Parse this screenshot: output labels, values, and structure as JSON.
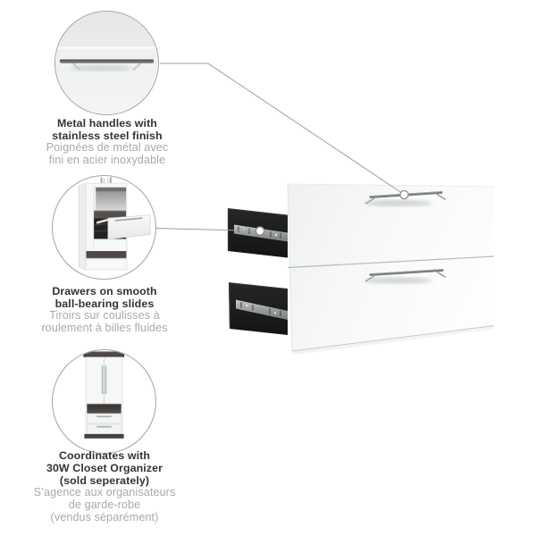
{
  "features": [
    {
      "icon": "handle-detail-icon",
      "en": [
        "Metal handles with",
        "stainless steel finish"
      ],
      "fr": [
        "Poignées de métal avec",
        "fini en acier inoxydable"
      ]
    },
    {
      "icon": "open-drawer-cabinet-icon",
      "en": [
        "Drawers on smooth",
        "ball-bearing slides"
      ],
      "fr": [
        "Tiroirs sur coulisses à",
        "roulement à billes fluides"
      ]
    },
    {
      "icon": "closet-organizer-icon",
      "en": [
        "Coordinates with",
        "30W Closet Organizer",
        "(sold seperately)"
      ],
      "fr": [
        "S’agence aux organisateurs",
        "de garde-robe",
        "(vendus séparément)"
      ]
    }
  ],
  "colors": {
    "background": "#ffffff",
    "drawer_front": "#f5f6f6",
    "drawer_box": "#1e1e1e",
    "slide_rail": "#9da1a3",
    "handle_metal": "#73787b",
    "dark_wood_accent": "#4e4946",
    "callout_line": "#9c9c9c",
    "title_text": "#333333",
    "subtitle_text": "#a9a9a9",
    "circle_border": "#a2a2a2"
  }
}
